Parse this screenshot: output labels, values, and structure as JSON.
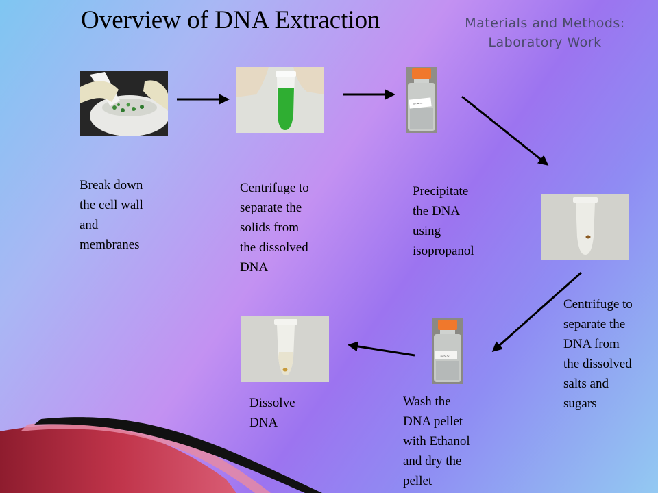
{
  "slide": {
    "title": "Overview of DNA Extraction",
    "subtitle_lines": [
      "Materials and Methods:",
      "Laboratory Work"
    ]
  },
  "steps": [
    {
      "lines": [
        "Break down",
        "the cell wall",
        "and",
        "membranes"
      ]
    },
    {
      "lines": [
        "Centrifuge to",
        "separate the",
        "solids from",
        "the dissolved",
        "DNA"
      ]
    },
    {
      "lines": [
        "Precipitate",
        "the DNA",
        "using",
        "isopropanol"
      ]
    },
    {
      "lines": [
        "Centrifuge to",
        "separate the",
        "DNA from",
        "the dissolved",
        "salts and",
        "sugars"
      ]
    },
    {
      "lines": [
        "Wash the",
        "DNA pellet",
        "with Ethanol",
        "and dry the",
        "pellet"
      ]
    },
    {
      "lines": [
        "Dissolve",
        "DNA"
      ]
    }
  ],
  "colors": {
    "arrow": "#000000",
    "title": "#000000",
    "subtitle": "#4a4a6a",
    "ribbon_red": "#b0283c",
    "ribbon_pink": "#e58aa4"
  }
}
